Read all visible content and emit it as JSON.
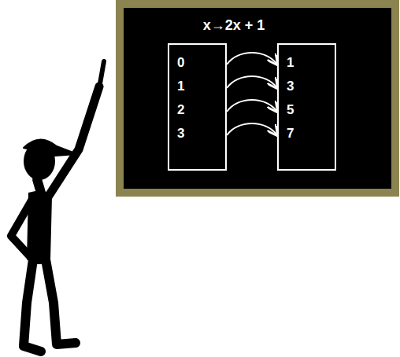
{
  "diagram": {
    "nodes": [
      {
        "text": [
          "x→2x + 1"
        ]
      },
      {
        "text": [
          "0",
          "1",
          "2",
          "3"
        ],
        "in": 0
      },
      {
        "text": [
          "1",
          "3",
          "5",
          "7"
        ],
        "in": 0
      }
    ],
    "edges": [
      {
        "from": 1,
        "to": 2,
        "arrow": "to"
      },
      {
        "from": 1,
        "to": 2,
        "arrow": "to"
      },
      {
        "from": 1,
        "to": 2,
        "arrow": "to"
      },
      {
        "from": 1,
        "to": 2,
        "arrow": "to"
      }
    ]
  }
}
